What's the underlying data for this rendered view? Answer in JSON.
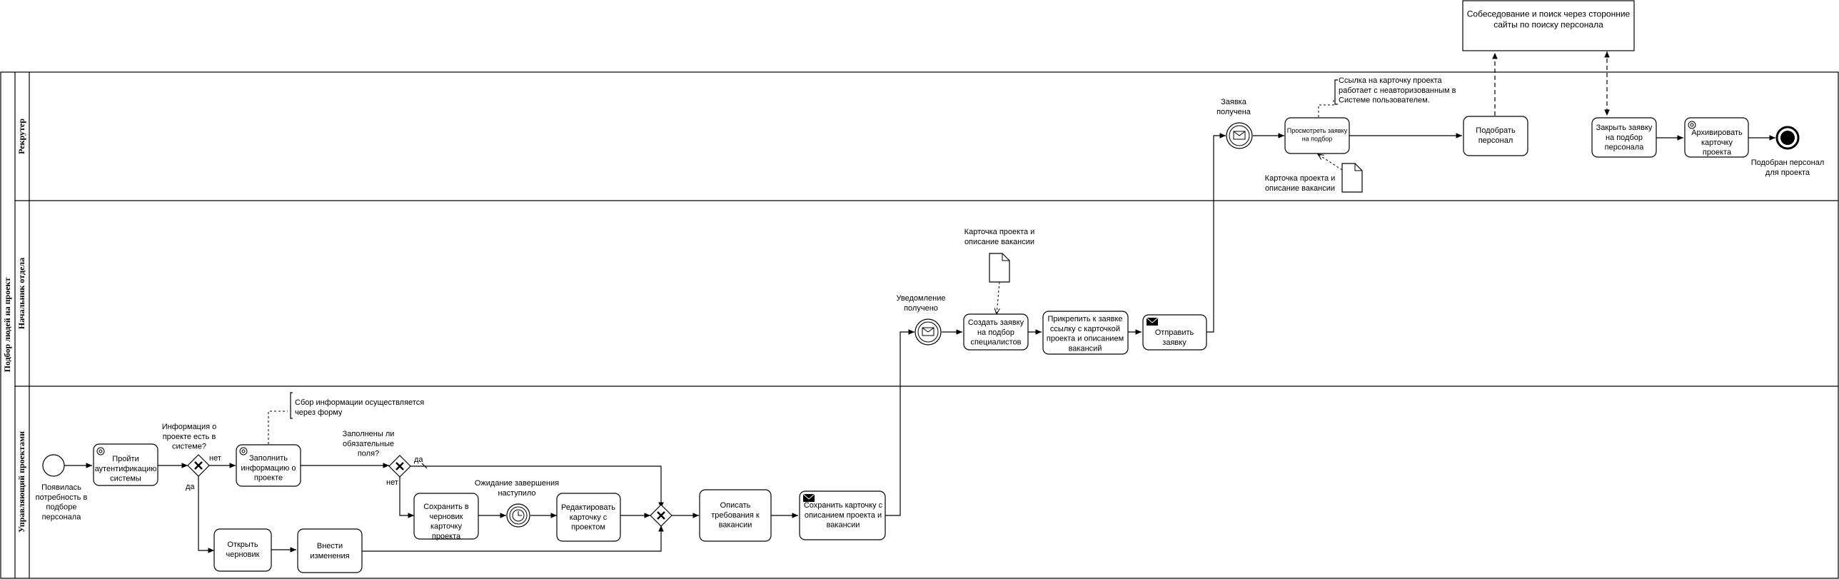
{
  "pool": {
    "title": "Подбор людей на проект"
  },
  "lanes": {
    "recruiter": "Рекрутер",
    "head": "Начальник отдела",
    "manager": "Управляющий проектами"
  },
  "external": {
    "interview": "Собеседование и поиск через сторонние сайты по поиску персонала"
  },
  "pm": {
    "start_event": "Появилась потребность в подборе персонала",
    "auth_task": "Пройти аутентификацию системы",
    "gw_info_question": "Информация о проекте есть в системе?",
    "gw_info_no": "нет",
    "gw_info_yes": "да",
    "fill_task": "Заполнить информацию о проекте",
    "form_note": "Сбор информации осуществляется через форму",
    "gw_req_question": "Заполнены ли обязательные поля?",
    "gw_req_yes": "да",
    "gw_req_no": "нет",
    "save_draft_task": "Сохранить в черновик карточку проекта",
    "timer_label": "Ожидание завершения наступило",
    "edit_card_task": "Редактировать карточку с проектом",
    "open_draft_task": "Открыть черновик",
    "apply_changes_task": "Внести изменения",
    "describe_task": "Описать требования к вакансии",
    "save_card_task": "Сохранить карточку с описанием проекта и вакансии"
  },
  "head": {
    "notify_event": "Уведомление получено",
    "create_request_task": "Создать заявку на подбор специалистов",
    "attach_task": "Прикрепить к заявке ссылку с карточкой проекта и описанием вакансий",
    "send_task": "Отправить заявку",
    "doc_label": "Карточка проекта и описание вакансии"
  },
  "recruiter": {
    "received_event": "Заявка получена",
    "view_task": "Просмотреть заявку на подбор",
    "link_note": "Ссылка на карточку проекта работает с неавторизованным в Системе пользователем.",
    "doc_label": "Карточка проекта и описание вакансии",
    "select_task": "Подобрать персонал",
    "close_task": "Закрыть заявку на подбор персонала",
    "archive_task": "Архивировать карточку проекта",
    "end_event": "Подобран персонал для проекта"
  }
}
